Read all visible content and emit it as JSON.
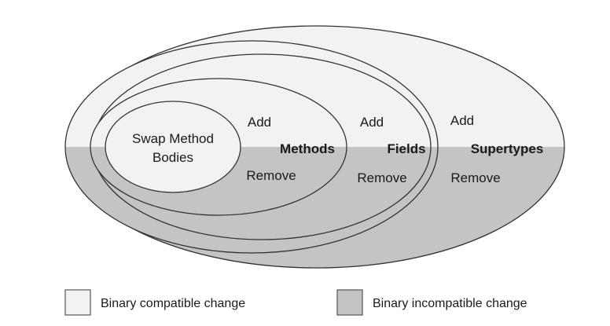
{
  "colors": {
    "compatible": "#f2f2f2",
    "incompatible": "#c4c4c4",
    "outline": "#333333"
  },
  "regions": {
    "supertypes": {
      "title": "Supertypes",
      "add": "Add",
      "remove": "Remove"
    },
    "fields": {
      "title": "Fields",
      "add": "Add",
      "remove": "Remove"
    },
    "methods": {
      "title": "Methods",
      "add": "Add",
      "remove": "Remove"
    },
    "core": {
      "line1": "Swap Method",
      "line2": "Bodies"
    }
  },
  "legend": {
    "compatible_label": "Binary compatible change",
    "incompatible_label": "Binary incompatible change"
  }
}
